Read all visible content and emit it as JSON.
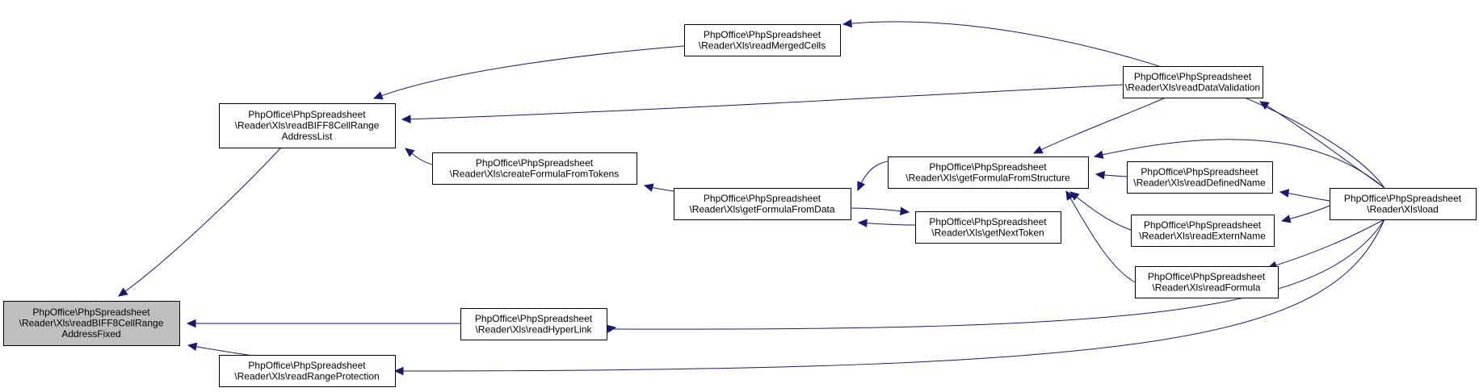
{
  "colors": {
    "node_fill": "#ffffff",
    "highlighted_node_fill": "#bfbfbf",
    "node_border": "#000000",
    "edge": "#191970"
  },
  "nodes": [
    {
      "id": "n0",
      "highlighted": true,
      "lines": [
        "PhpOffice\\PhpSpreadsheet",
        "\\Reader\\Xls\\readBIFF8CellRange",
        "AddressFixed"
      ]
    },
    {
      "id": "n1",
      "highlighted": false,
      "lines": [
        "PhpOffice\\PhpSpreadsheet",
        "\\Reader\\Xls\\readBIFF8CellRange",
        "AddressList"
      ]
    },
    {
      "id": "n2",
      "highlighted": false,
      "lines": [
        "PhpOffice\\PhpSpreadsheet",
        "\\Reader\\Xls\\readHyperLink"
      ]
    },
    {
      "id": "n3",
      "highlighted": false,
      "lines": [
        "PhpOffice\\PhpSpreadsheet",
        "\\Reader\\Xls\\readRangeProtection"
      ]
    },
    {
      "id": "n4",
      "highlighted": false,
      "lines": [
        "PhpOffice\\PhpSpreadsheet",
        "\\Reader\\Xls\\createFormulaFromTokens"
      ]
    },
    {
      "id": "n5",
      "highlighted": false,
      "lines": [
        "PhpOffice\\PhpSpreadsheet",
        "\\Reader\\Xls\\readDataValidation"
      ]
    },
    {
      "id": "n6",
      "highlighted": false,
      "lines": [
        "PhpOffice\\PhpSpreadsheet",
        "\\Reader\\Xls\\readMergedCells"
      ]
    },
    {
      "id": "n7",
      "highlighted": false,
      "lines": [
        "PhpOffice\\PhpSpreadsheet",
        "\\Reader\\Xls\\load"
      ]
    },
    {
      "id": "n8",
      "highlighted": false,
      "lines": [
        "PhpOffice\\PhpSpreadsheet",
        "\\Reader\\Xls\\getFormulaFromData"
      ]
    },
    {
      "id": "n9",
      "highlighted": false,
      "lines": [
        "PhpOffice\\PhpSpreadsheet",
        "\\Reader\\Xls\\getFormulaFromStructure"
      ]
    },
    {
      "id": "n10",
      "highlighted": false,
      "lines": [
        "PhpOffice\\PhpSpreadsheet",
        "\\Reader\\Xls\\getNextToken"
      ]
    },
    {
      "id": "n11",
      "highlighted": false,
      "lines": [
        "PhpOffice\\PhpSpreadsheet",
        "\\Reader\\Xls\\readDefinedName"
      ]
    },
    {
      "id": "n12",
      "highlighted": false,
      "lines": [
        "PhpOffice\\PhpSpreadsheet",
        "\\Reader\\Xls\\readExternName"
      ]
    },
    {
      "id": "n13",
      "highlighted": false,
      "lines": [
        "PhpOffice\\PhpSpreadsheet",
        "\\Reader\\Xls\\readFormula"
      ]
    }
  ],
  "edges": [
    {
      "id": "e1",
      "from": "n1",
      "to": "n0"
    },
    {
      "id": "e2",
      "from": "n2",
      "to": "n0"
    },
    {
      "id": "e3",
      "from": "n3",
      "to": "n0"
    },
    {
      "id": "e4",
      "from": "n4",
      "to": "n1"
    },
    {
      "id": "e5",
      "from": "n5",
      "to": "n1"
    },
    {
      "id": "e6",
      "from": "n6",
      "to": "n1"
    },
    {
      "id": "e7",
      "from": "n7",
      "to": "n2"
    },
    {
      "id": "e8",
      "from": "n7",
      "to": "n3"
    },
    {
      "id": "e9",
      "from": "n8",
      "to": "n4"
    },
    {
      "id": "e10",
      "from": "n9",
      "to": "n5"
    },
    {
      "id": "e11",
      "from": "n7",
      "to": "n5"
    },
    {
      "id": "e12",
      "from": "n7",
      "to": "n6"
    },
    {
      "id": "e13",
      "from": "n9",
      "to": "n8"
    },
    {
      "id": "e14",
      "from": "n10",
      "to": "n8"
    },
    {
      "id": "e15",
      "from": "n8",
      "to": "n10"
    },
    {
      "id": "e16",
      "from": "n11",
      "to": "n9"
    },
    {
      "id": "e17",
      "from": "n12",
      "to": "n9"
    },
    {
      "id": "e18",
      "from": "n13",
      "to": "n9"
    },
    {
      "id": "e19",
      "from": "n7",
      "to": "n9"
    },
    {
      "id": "e20",
      "from": "n7",
      "to": "n11"
    },
    {
      "id": "e21",
      "from": "n7",
      "to": "n12"
    },
    {
      "id": "e22",
      "from": "n7",
      "to": "n13"
    }
  ]
}
